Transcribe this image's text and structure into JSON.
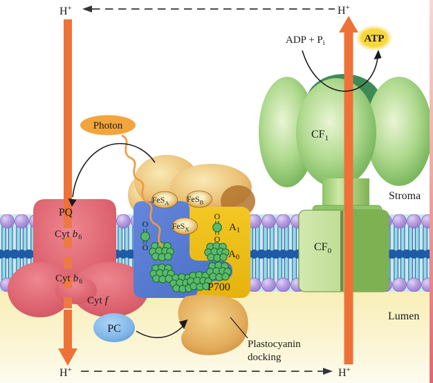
{
  "figure": {
    "type": "textbook-biology-diagram",
    "topic": "Cyclic photophosphorylation: cytochrome b6f, photosystem I and CF0CF1 ATP synthase in the thylakoid membrane"
  },
  "labels": {
    "proton": {
      "base": "H",
      "sup": "+"
    },
    "adp_pi": {
      "main": "ADP + P",
      "sub": "i"
    },
    "atp": "ATP",
    "photon": "Photon",
    "pq": "PQ",
    "cyt_prefix": "Cyt",
    "cyt_b": "b",
    "cyt_b6_sub": "6",
    "cyt_f": "f",
    "pc": "PC",
    "fes": {
      "base": "FeS",
      "a": "A",
      "b": "B",
      "x": "X"
    },
    "acceptor_base": "A",
    "a1_sub": "1",
    "a0_sub": "0",
    "p700": "P700",
    "cf_base": "CF",
    "cf1_sub": "1",
    "cf0_sub": "0",
    "stroma": "Stroma",
    "lumen": "Lumen",
    "docking1": "Plastocyanin",
    "docking2": "docking",
    "oxygen": "O"
  },
  "colors": {
    "arrow_orange": "#EE7238",
    "photon_orange": "#F2A53C",
    "atp_yellow": "#F8D838",
    "red_complex": "#DD6470",
    "psi_blue": "#5478D2",
    "psi_yellow": "#EFBF17",
    "protein_tan": "#E0AC5E",
    "chlorophyll_green": "#5CB96C",
    "cf_green": "#8CC873",
    "membrane_head_purple": "#AE94DE",
    "membrane_tail_cyan": "#9AD8E6",
    "membrane_stripe_blue": "#1E5AA6",
    "pc_blue": "#8FC2F0",
    "lumen_yellow": "#F9EFB8",
    "page_edge_pink": "#E2646E"
  }
}
